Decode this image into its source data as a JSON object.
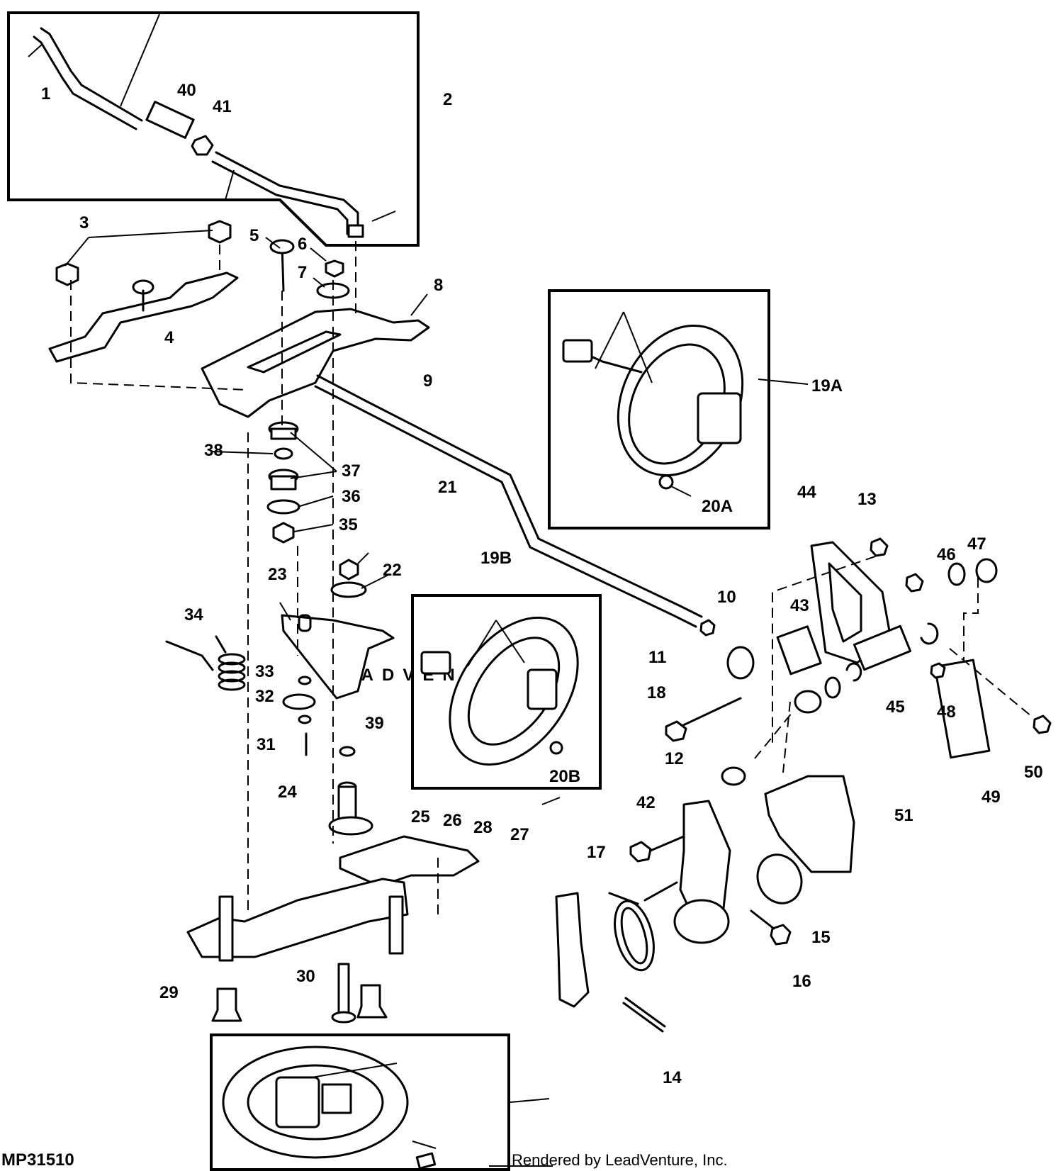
{
  "diagram": {
    "id": "MP31510",
    "credit": "Rendered by LeadVenture, Inc.",
    "watermark": "LEADVENTURE",
    "callouts": [
      "1",
      "2",
      "3",
      "4",
      "5",
      "6",
      "7",
      "8",
      "9",
      "10",
      "11",
      "12",
      "13",
      "14",
      "15",
      "16",
      "17",
      "18",
      "19A",
      "19B",
      "20A",
      "20B",
      "21",
      "22",
      "23",
      "24",
      "25",
      "26",
      "27",
      "28",
      "29",
      "30",
      "31",
      "32",
      "33",
      "34",
      "35",
      "36",
      "37",
      "38",
      "39",
      "40",
      "41",
      "42",
      "43",
      "44",
      "45",
      "46",
      "47",
      "48",
      "49",
      "50",
      "51"
    ]
  }
}
